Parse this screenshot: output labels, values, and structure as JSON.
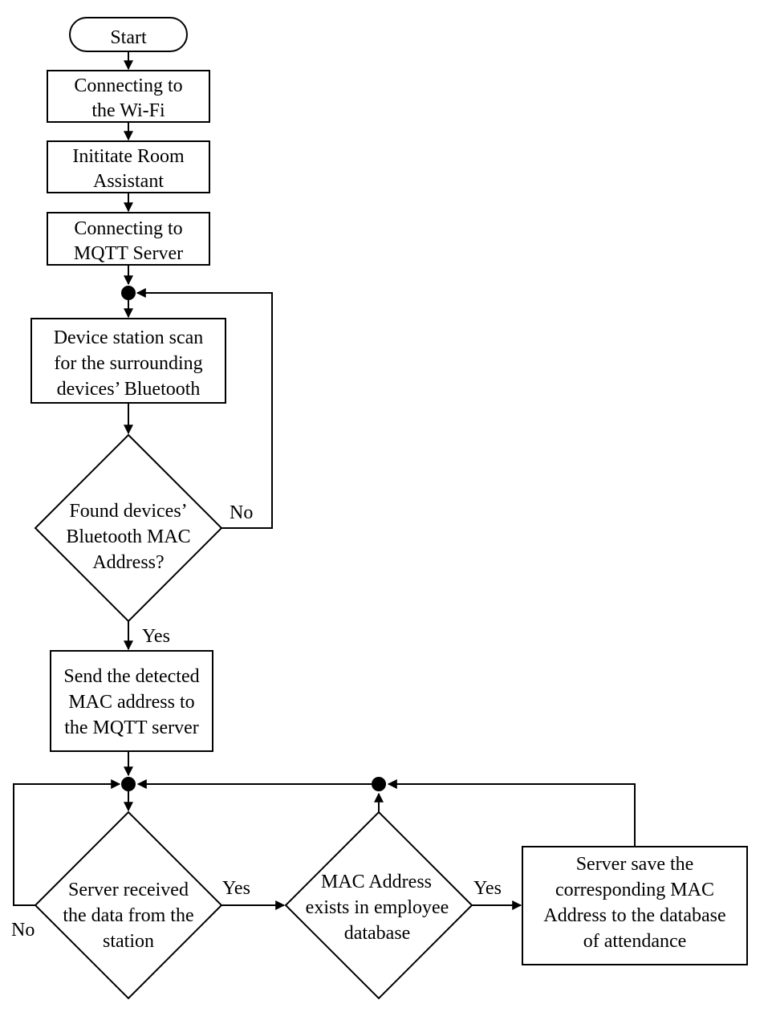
{
  "flowchart": {
    "start": "Start",
    "step_wifi": [
      "Connecting to",
      "the Wi-Fi"
    ],
    "step_room_assistant": [
      "Inititate Room",
      "Assistant"
    ],
    "step_mqtt": [
      "Connecting to",
      "MQTT Server"
    ],
    "step_scan": [
      "Device station scan",
      "for the surrounding",
      "devices’ Bluetooth"
    ],
    "decision_found": [
      "Found devices’",
      "Bluetooth MAC",
      "Address?"
    ],
    "step_send": [
      "Send the detected",
      "MAC address to",
      "the MQTT server"
    ],
    "decision_received": [
      "Server received",
      "the data from the",
      "station"
    ],
    "decision_exists": [
      "MAC Address",
      "exists in employee",
      "database"
    ],
    "step_save": [
      "Server save the",
      "corresponding MAC",
      "Address to the database",
      "of attendance"
    ],
    "labels": {
      "no_found": "No",
      "yes_found": "Yes",
      "no_received": "No",
      "yes_received": "Yes",
      "yes_exists": "Yes"
    }
  }
}
